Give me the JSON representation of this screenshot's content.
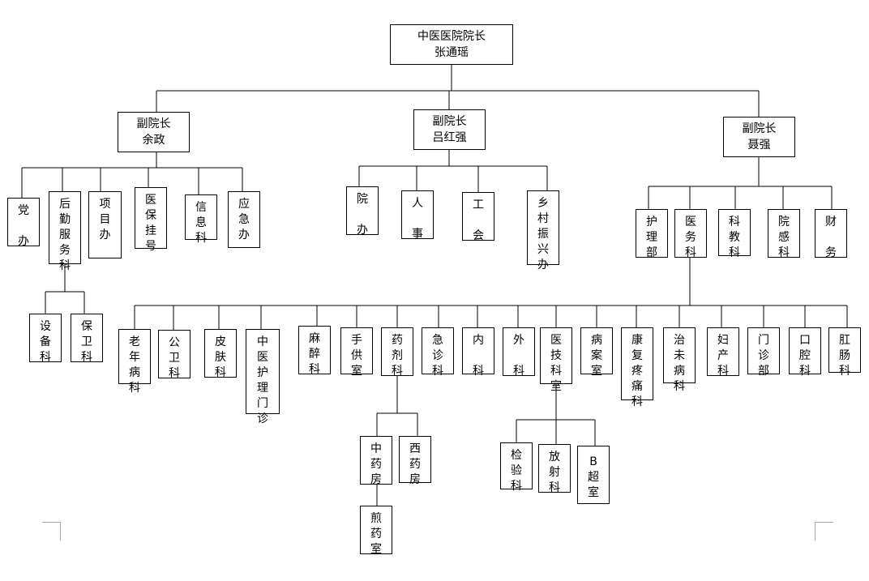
{
  "nodes": {
    "dean": "中医医院院长\n张通瑶",
    "vp_left": "副院长\n余政",
    "vp_mid": "副院长\n吕红强",
    "vp_right": "副院长\n聂强",
    "dangban": "党\n\n办",
    "houqin": "后\n勤\n服\n务\n科",
    "xiangmu": "项\n目\n办",
    "yibao": "医\n保\n挂\n号",
    "xinxi": "信\n息\n科",
    "yingji": "应\n急\n办",
    "shebei": "设\n备\n科",
    "baowei": "保\n卫\n科",
    "yuanban": "院\n\n办",
    "renshi": "人\n\n事",
    "gonghui": "工\n\n会",
    "xiangcun": "乡\n村\n振\n兴\n办",
    "hulibu": "护\n理\n部",
    "yiwuke": "医\n务\n科",
    "kejiao": "科\n教\n科",
    "yuangan": "院\n感\n科",
    "caiwu": "财\n\n务",
    "laonian": "老\n年\n病\n科",
    "gongwei": "公\n卫\n科",
    "pifu": "皮\n肤\n科",
    "zhongyihuli": "中\n医\n护\n理\n门\n诊",
    "mazui": "麻\n醉\n科",
    "shougong": "手\n供\n室",
    "yaoji": "药\n剂\n科",
    "jizhen": "急\n诊\n科",
    "neike": "内\n\n科",
    "waike": "外\n\n科",
    "yiji": "医\n技\n科\n室",
    "bingan": "病\n案\n室",
    "kangfu": "康\n复\n疼\n痛\n科",
    "zhiwei": "治\n未\n病\n科",
    "fuchan": "妇\n产\n科",
    "menzhen": "门\n诊\n部",
    "kouqiang": "口\n腔\n科",
    "gangchang": "肛\n肠\n科",
    "zhongyaofang": "中\n药\n房",
    "xiyaofang": "西\n药\n房",
    "jianyaoshi": "煎\n药\n室",
    "jianyan": "检\n验\n科",
    "fangshe": "放\n射\n科",
    "bchao": "B\n超\n室"
  },
  "colors": {
    "line": "#000000",
    "border": "#000000",
    "corner": "#a6a6a6"
  }
}
